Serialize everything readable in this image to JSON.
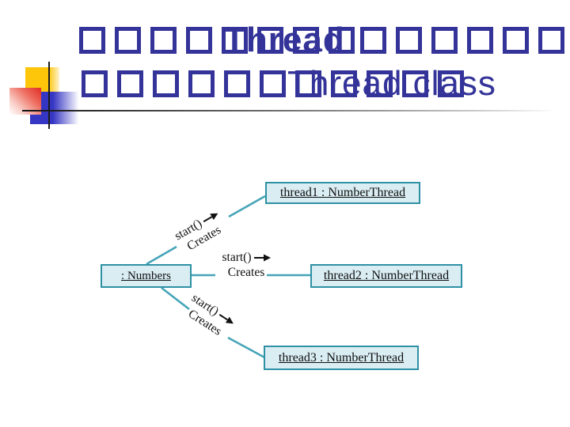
{
  "slide": {
    "colors": {
      "title_navy": "#333399",
      "node_fill": "#d9edf3",
      "node_border": "#2e91a4",
      "connector_teal": "#46a4b8",
      "accent_yellow": "#fdc60b",
      "accent_red": "#e02c23",
      "accent_blue": "#3636c4"
    },
    "title": {
      "line1": {
        "missing_glyphs_group1": 8,
        "overlay_text": "Thread",
        "missing_glyphs_group2": 6
      },
      "line2": {
        "missing_glyphs": 11,
        "overlay_text": "Thread class"
      }
    }
  },
  "diagram": {
    "nodes": {
      "numbers": {
        "label": ": Numbers"
      },
      "thread1": {
        "label": "thread1 : NumberThread"
      },
      "thread2": {
        "label": "thread2 : NumberThread"
      },
      "thread3": {
        "label": "thread3 : NumberThread"
      }
    },
    "edges": {
      "top": {
        "start_label": "start()",
        "creates_label": "Creates"
      },
      "middle": {
        "start_label": "start()",
        "creates_label": "Creates"
      },
      "bottom": {
        "start_label": "start()",
        "creates_label": "Creates"
      }
    }
  }
}
